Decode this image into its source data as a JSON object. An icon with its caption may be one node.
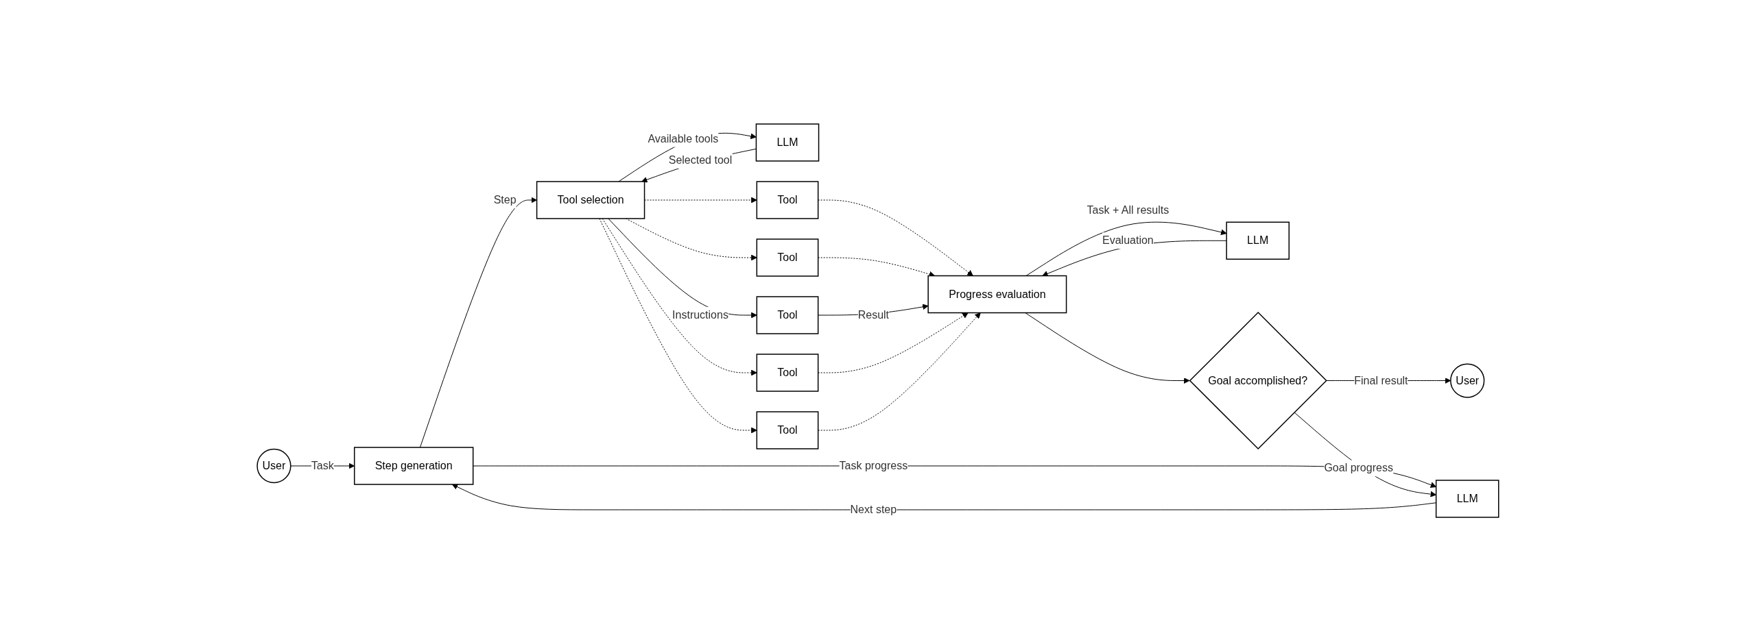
{
  "diagram": {
    "nodes": [
      {
        "text": [
          "User"
        ]
      },
      {
        "text": [
          "Step generation"
        ]
      },
      {
        "text": [
          "LLM"
        ]
      },
      {
        "text": [
          "Tool selection"
        ]
      },
      {
        "text": [
          "LLM"
        ]
      },
      {
        "text": [
          "Tool"
        ]
      },
      {
        "text": [
          "Tool"
        ]
      },
      {
        "text": [
          "Tool"
        ]
      },
      {
        "text": [
          "Tool"
        ]
      },
      {
        "text": [
          "Tool"
        ]
      },
      {
        "text": [
          "Progress evaluation"
        ]
      },
      {
        "text": [
          "LLM"
        ]
      },
      {
        "text": [
          "Goal accomplished?"
        ]
      },
      {
        "text": [
          "User"
        ]
      }
    ],
    "edges": [
      {
        "from": 0,
        "to": 1,
        "arrow": "to",
        "label": "Task"
      },
      {
        "from": 1,
        "to": 3,
        "arrow": "to",
        "label": "Step"
      },
      {
        "from": 1,
        "to": 2,
        "arrow": "to",
        "label": "Task progress"
      },
      {
        "from": 2,
        "to": 1,
        "arrow": "to",
        "label": "Next step"
      },
      {
        "from": 3,
        "to": 4,
        "arrow": "to",
        "label": "Available tools"
      },
      {
        "from": 4,
        "to": 3,
        "arrow": "to",
        "label": "Selected tool"
      },
      {
        "from": 3,
        "to": 5,
        "arrow": "to",
        "style": "dashed"
      },
      {
        "from": 3,
        "to": 6,
        "arrow": "to",
        "style": "dashed"
      },
      {
        "from": 3,
        "to": 7,
        "arrow": "to",
        "label": "Instructions"
      },
      {
        "from": 3,
        "to": 8,
        "arrow": "to",
        "style": "dashed"
      },
      {
        "from": 3,
        "to": 9,
        "arrow": "to",
        "style": "dashed"
      },
      {
        "from": 5,
        "to": 10,
        "arrow": "to",
        "style": "dashed"
      },
      {
        "from": 6,
        "to": 10,
        "arrow": "to",
        "style": "dashed"
      },
      {
        "from": 7,
        "to": 10,
        "arrow": "to",
        "label": "Result"
      },
      {
        "from": 8,
        "to": 10,
        "arrow": "to",
        "style": "dashed"
      },
      {
        "from": 9,
        "to": 10,
        "arrow": "to",
        "style": "dashed"
      },
      {
        "from": 11,
        "to": 10,
        "arrow": "to",
        "label": "Evaluation"
      },
      {
        "from": 10,
        "to": 11,
        "arrow": "to",
        "label": "Task + All results"
      },
      {
        "from": 10,
        "to": 12,
        "arrow": "to"
      },
      {
        "from": 12,
        "to": 13,
        "arrow": "to",
        "label": "Final result"
      },
      {
        "from": 12,
        "to": 2,
        "arrow": "to",
        "label": "Goal progress"
      }
    ]
  }
}
